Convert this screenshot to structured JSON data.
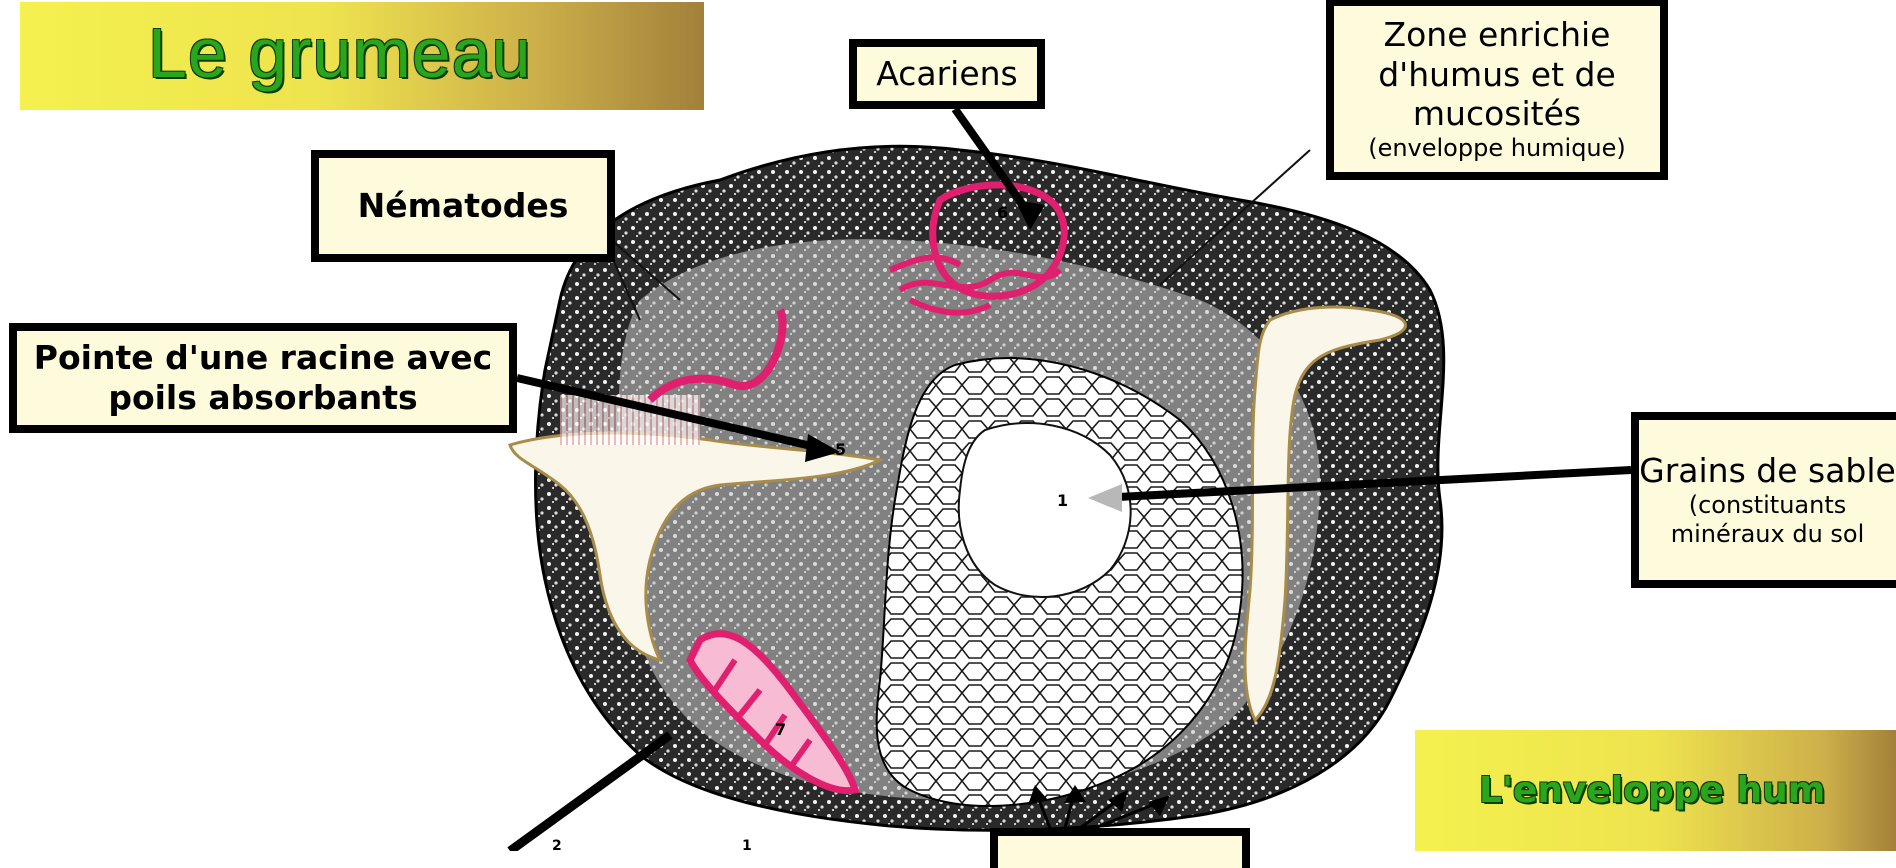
{
  "title": "Le grumeau",
  "footer_banner": "L'enveloppe hum",
  "labels": {
    "nematodes": "Nématodes",
    "acariens": "Acariens",
    "zone": {
      "main": "Zone enrichie d'humus et de mucosités",
      "sub": "(enveloppe humique)"
    },
    "pointe": "Pointe d'une racine avec poils absorbants",
    "grains": {
      "main": "Grains de sable",
      "sub": "(constituants minéraux du sol"
    }
  },
  "figure_numbers": [
    "1",
    "5",
    "6",
    "7",
    "2",
    "1"
  ],
  "colors": {
    "title_green": "#29a61e",
    "banner_yellow": "#f4f14f",
    "box_fill": "#fdfbdc",
    "organism_pink": "#e01f6e"
  }
}
